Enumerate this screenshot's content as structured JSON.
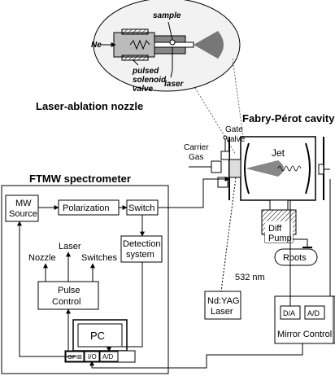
{
  "nozzle_inset": {
    "title": "Laser-ablation nozzle",
    "sample": "sample",
    "ne": "Ne",
    "valve_line1": "pulsed",
    "valve_line2": "solenoid",
    "valve_line3": "valve",
    "laser": "laser"
  },
  "cavity": {
    "title": "Fabry-Pérot cavity",
    "gate_line1": "Gate",
    "gate_line2": "valve",
    "carrier_line1": "Carrier",
    "carrier_line2": "Gas",
    "jet": "Jet",
    "pump_line1": "Diff",
    "pump_line2": "Pump",
    "roots": "Roots",
    "wavelength": "532 nm",
    "ndyag_line1": "Nd:YAG",
    "ndyag_line2": "Laser"
  },
  "mirror_control": {
    "title": "Mirror Control",
    "da": "D/A",
    "ad": "A/D"
  },
  "spectrometer": {
    "title": "FTMW spectrometer",
    "mw_line1": "MW",
    "mw_line2": "Source",
    "polarization": "Polarization",
    "switch": "Switch",
    "detection_line1": "Detection",
    "detection_line2": "system",
    "laser": "Laser",
    "nozzle": "Nozzle",
    "switches": "Switches",
    "pulse_line1": "Pulse",
    "pulse_line2": "Control",
    "pc": "PC",
    "gpib": "GPIB",
    "io": "I/O",
    "ad": "A/D"
  }
}
